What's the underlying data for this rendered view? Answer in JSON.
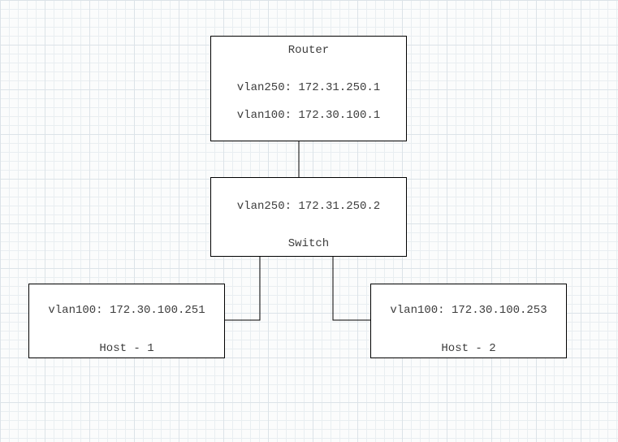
{
  "diagram": {
    "router": {
      "title": "Router",
      "vlan250": "vlan250: 172.31.250.1",
      "vlan100": "vlan100: 172.30.100.1"
    },
    "switch": {
      "vlan250": "vlan250: 172.31.250.2",
      "title": "Switch"
    },
    "host1": {
      "vlan100": "vlan100: 172.30.100.251",
      "title": "Host - 1"
    },
    "host2": {
      "vlan100": "vlan100: 172.30.100.253",
      "title": "Host - 2"
    }
  },
  "colors": {
    "background": "#fbfcfc",
    "grid_minor": "#e9eef1",
    "grid_major": "#dce3e8",
    "node_fill": "#ffffff",
    "node_border": "#000000",
    "text": "#3c3c3c",
    "edge": "#000000"
  }
}
